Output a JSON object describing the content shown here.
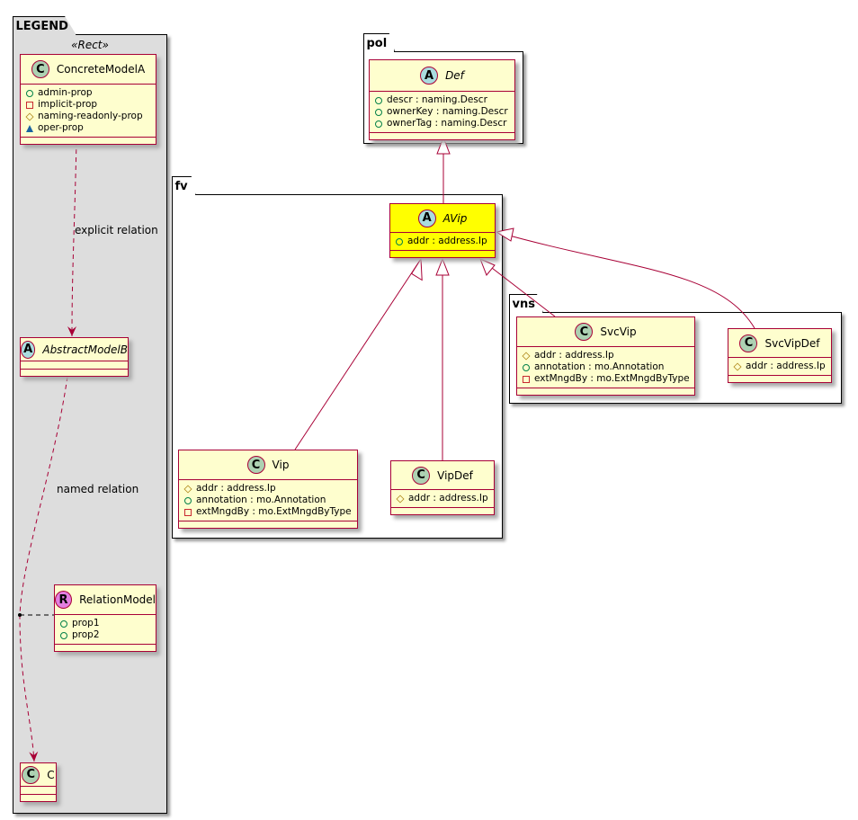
{
  "packages": {
    "legend": {
      "name": "LEGEND",
      "stereotype": "«Rect»"
    },
    "pol": {
      "name": "pol"
    },
    "fv": {
      "name": "fv"
    },
    "vns": {
      "name": "vns"
    }
  },
  "classes": {
    "ConcreteModelA": {
      "kind": "C",
      "name": "ConcreteModelA",
      "italic": false,
      "attrs": [
        {
          "vis": "pub",
          "text": "admin-prop"
        },
        {
          "vis": "pri",
          "text": "implicit-prop"
        },
        {
          "vis": "pro",
          "text": "naming-readonly-prop"
        },
        {
          "vis": "pkgv",
          "text": "oper-prop"
        }
      ]
    },
    "AbstractModelB": {
      "kind": "A",
      "name": "AbstractModelB",
      "italic": true,
      "attrs": []
    },
    "RelationModel": {
      "kind": "R",
      "name": "RelationModel",
      "italic": false,
      "attrs": [
        {
          "vis": "pub",
          "text": "prop1"
        },
        {
          "vis": "pub",
          "text": "prop2"
        }
      ]
    },
    "C": {
      "kind": "C",
      "name": "C",
      "italic": false,
      "attrs": []
    },
    "Def": {
      "kind": "A",
      "name": "Def",
      "italic": true,
      "attrs": [
        {
          "vis": "pub",
          "text": "descr : naming.Descr"
        },
        {
          "vis": "pub",
          "text": "ownerKey : naming.Descr"
        },
        {
          "vis": "pub",
          "text": "ownerTag : naming.Descr"
        }
      ]
    },
    "AVip": {
      "kind": "A",
      "name": "AVip",
      "italic": true,
      "highlight": "#FFFF00",
      "attrs": [
        {
          "vis": "pub",
          "text": "addr : address.Ip"
        }
      ]
    },
    "Vip": {
      "kind": "C",
      "name": "Vip",
      "italic": false,
      "attrs": [
        {
          "vis": "pro",
          "text": "addr : address.Ip"
        },
        {
          "vis": "pub",
          "text": "annotation : mo.Annotation"
        },
        {
          "vis": "pri",
          "text": "extMngdBy : mo.ExtMngdByType"
        }
      ]
    },
    "VipDef": {
      "kind": "C",
      "name": "VipDef",
      "italic": false,
      "attrs": [
        {
          "vis": "pro",
          "text": "addr : address.Ip"
        }
      ]
    },
    "SvcVip": {
      "kind": "C",
      "name": "SvcVip",
      "italic": false,
      "attrs": [
        {
          "vis": "pro",
          "text": "addr : address.Ip"
        },
        {
          "vis": "pub",
          "text": "annotation : mo.Annotation"
        },
        {
          "vis": "pri",
          "text": "extMngdBy : mo.ExtMngdByType"
        }
      ]
    },
    "SvcVipDef": {
      "kind": "C",
      "name": "SvcVipDef",
      "italic": false,
      "attrs": [
        {
          "vis": "pro",
          "text": "addr : address.Ip"
        }
      ]
    }
  },
  "relations": {
    "explicit": "explicit relation",
    "named": "named relation"
  },
  "colors": {
    "border": "#A80036",
    "fill": "#FEFECE",
    "C": "#ADD1B2",
    "A": "#A9DCDF",
    "R": "#E27EE0",
    "legend_bg": "#DDDDDD"
  }
}
